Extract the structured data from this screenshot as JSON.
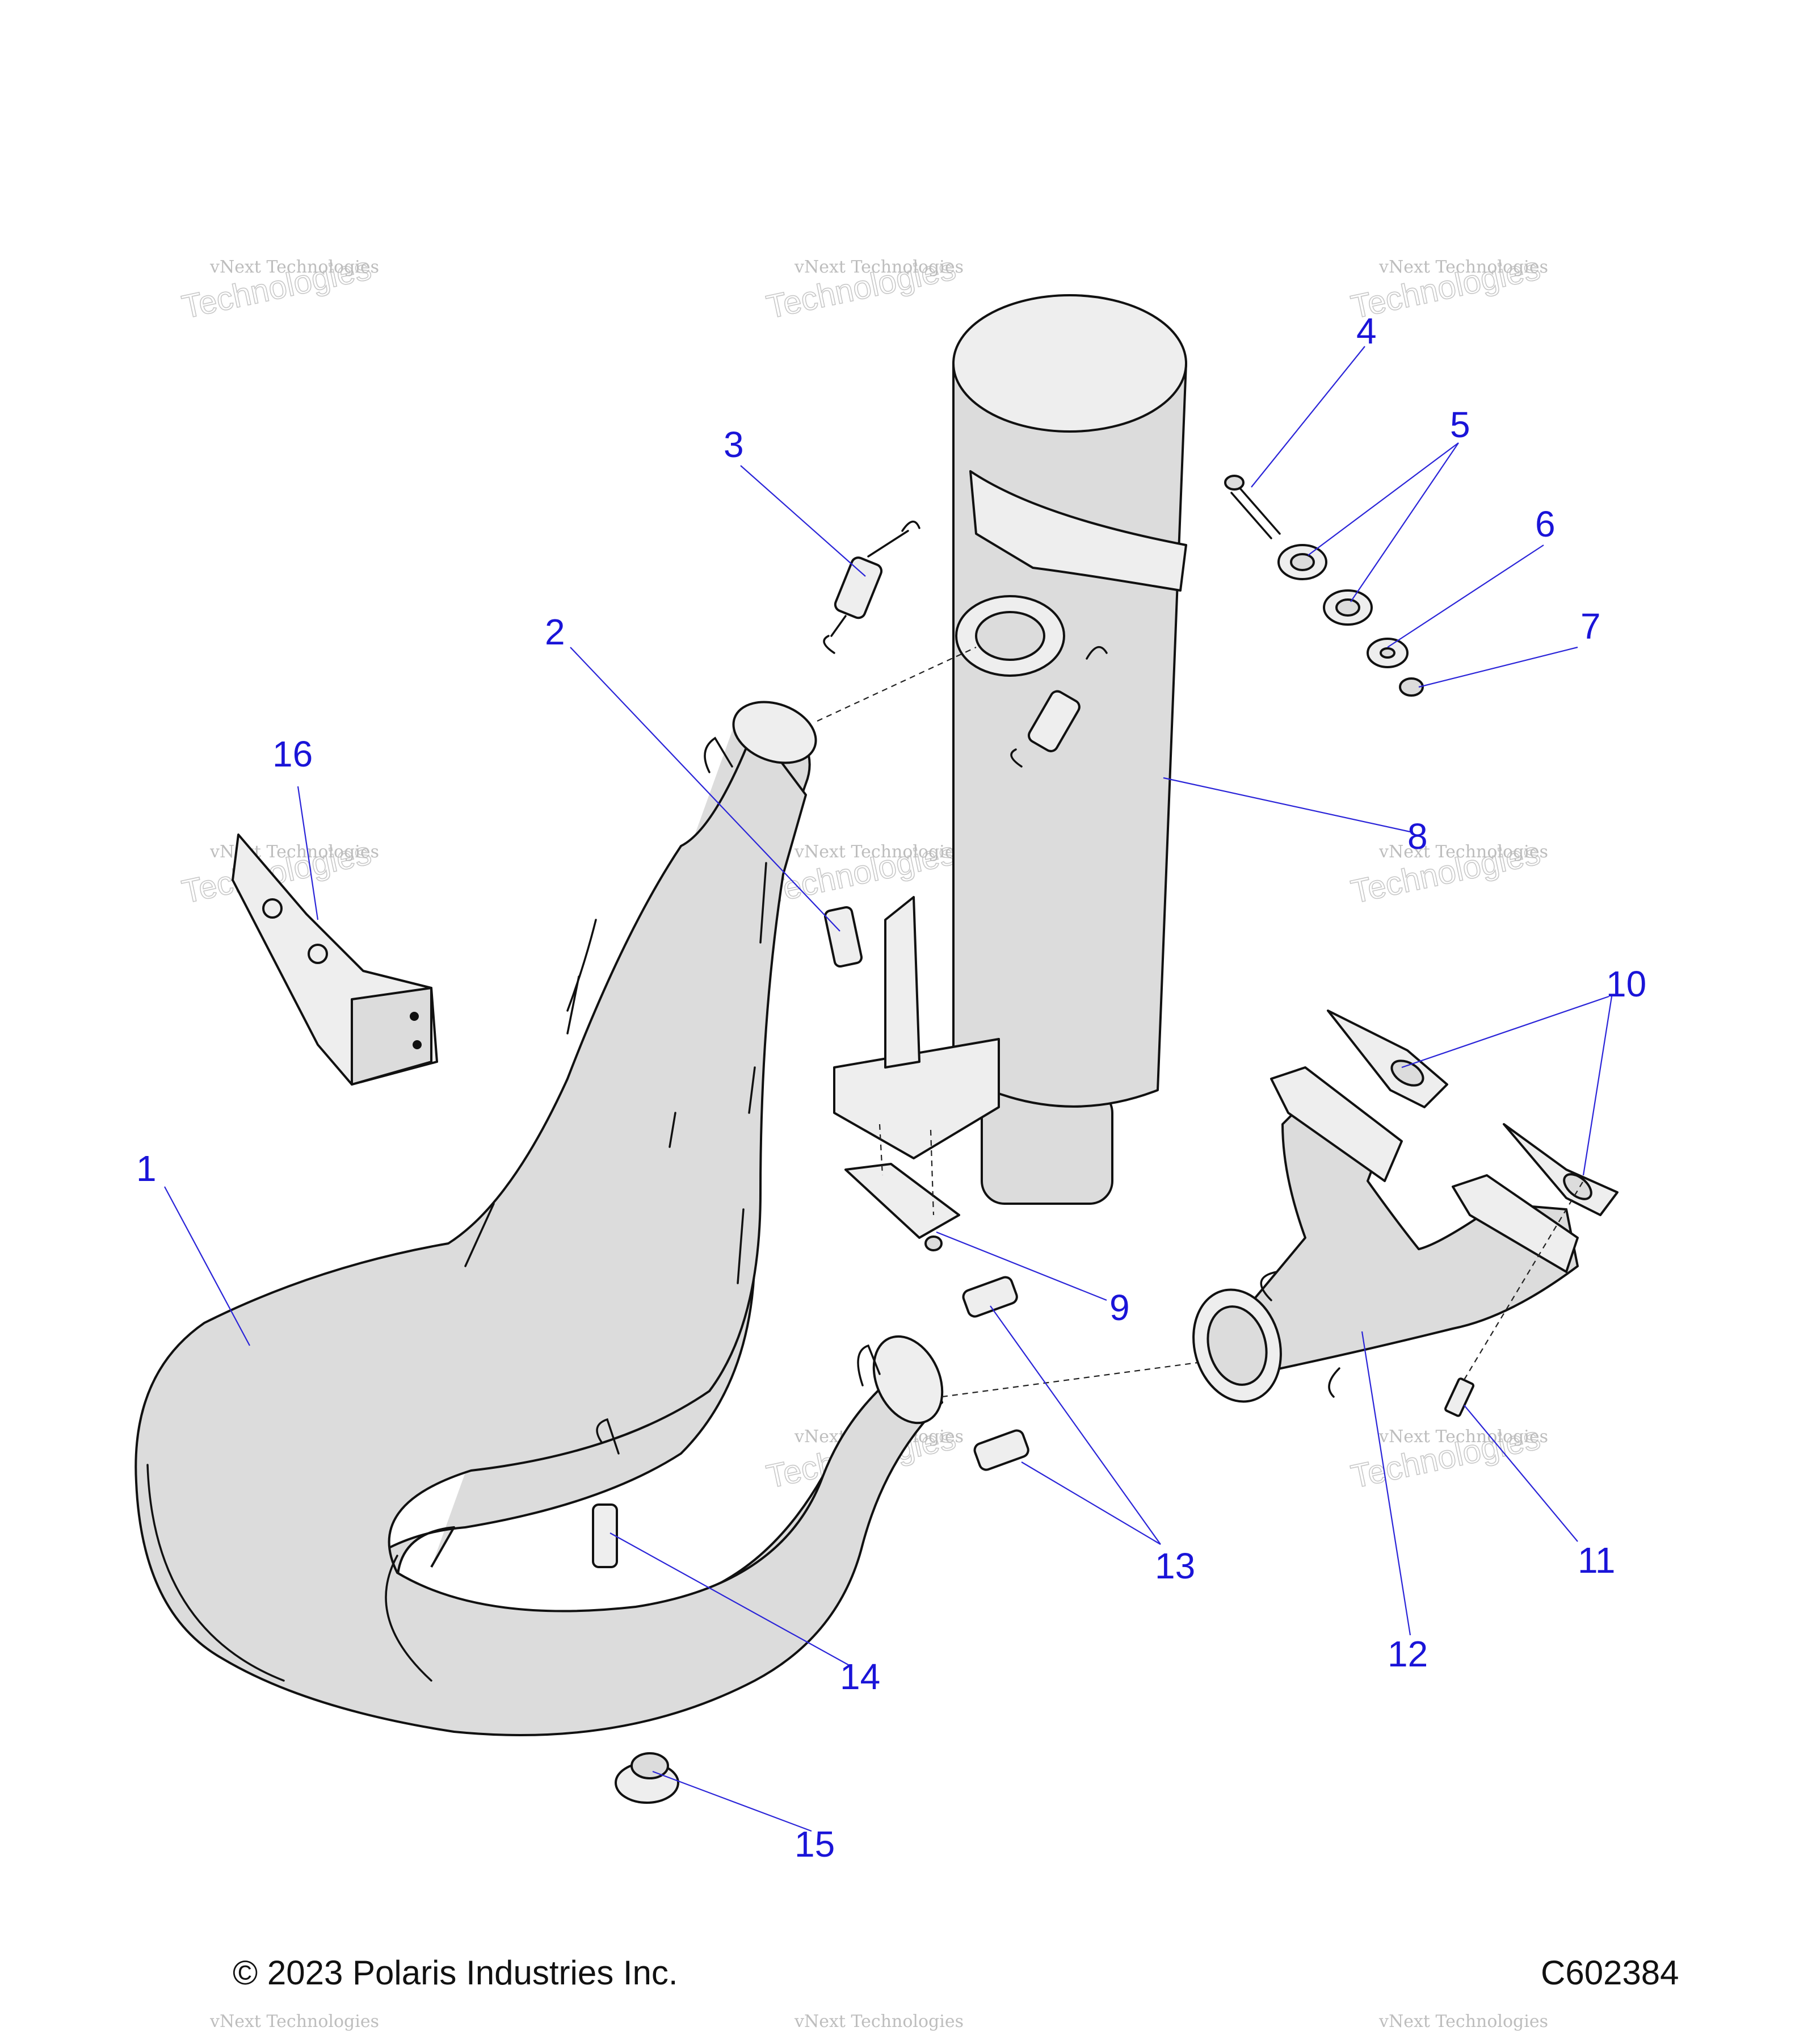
{
  "watermark": {
    "line1": "vNext Technologies",
    "line2": "Technologies"
  },
  "callouts": [
    "1",
    "2",
    "3",
    "4",
    "5",
    "6",
    "7",
    "8",
    "9",
    "10",
    "11",
    "12",
    "13",
    "14",
    "15",
    "16"
  ],
  "copyright": "© 2023 Polaris Industries Inc.",
  "figure_id": "C602384",
  "colors": {
    "callout": "#1a14d8",
    "line": "#111111",
    "part_fill": "#dcdcdc"
  }
}
